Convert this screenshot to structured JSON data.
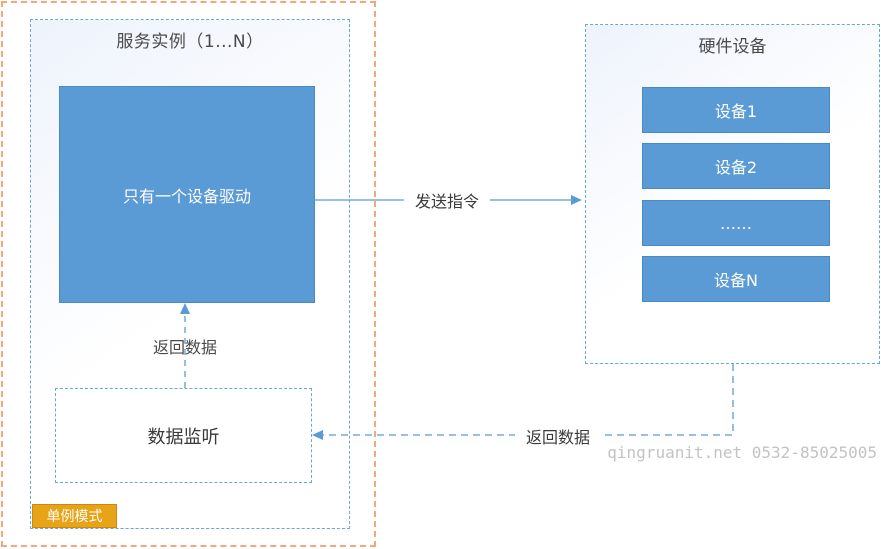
{
  "service_instance": {
    "title": "服务实例（1...N）",
    "driver": "只有一个设备驱动",
    "listener": "数据监听",
    "return_label": "返回数据"
  },
  "singleton_badge": "单例模式",
  "hardware": {
    "title": "硬件设备",
    "devices": [
      "设备1",
      "设备2",
      "……",
      "设备N"
    ]
  },
  "connections": {
    "send": "发送指令",
    "return": "返回数据"
  },
  "watermark": "qingruanit.net 0532-85025005",
  "colors": {
    "box_fill": "#5b9bd5",
    "dashed_border": "#6aa6d9",
    "frame_border": "#f4a77a",
    "badge_fill": "#e8a317",
    "arrow": "#5b9bd5"
  }
}
